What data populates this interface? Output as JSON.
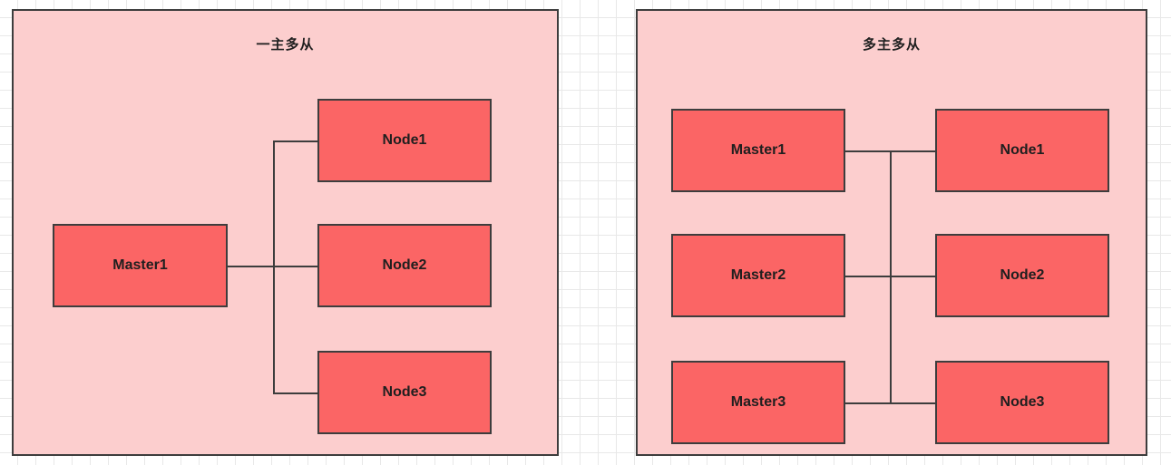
{
  "diagram": {
    "background": "#ffffff",
    "grid_color": "#e8e8e8",
    "panel_fill": "#fccece",
    "box_fill": "#fb6565",
    "stroke": "#3d3d3d",
    "panels": [
      {
        "id": "single-master",
        "title": "一主多从",
        "boxes": [
          {
            "id": "left-master1",
            "label": "Master1"
          },
          {
            "id": "left-node1",
            "label": "Node1"
          },
          {
            "id": "left-node2",
            "label": "Node2"
          },
          {
            "id": "left-node3",
            "label": "Node3"
          }
        ]
      },
      {
        "id": "multi-master",
        "title": "多主多从",
        "boxes": [
          {
            "id": "right-master1",
            "label": "Master1"
          },
          {
            "id": "right-master2",
            "label": "Master2"
          },
          {
            "id": "right-master3",
            "label": "Master3"
          },
          {
            "id": "right-node1",
            "label": "Node1"
          },
          {
            "id": "right-node2",
            "label": "Node2"
          },
          {
            "id": "right-node3",
            "label": "Node3"
          }
        ]
      }
    ]
  }
}
